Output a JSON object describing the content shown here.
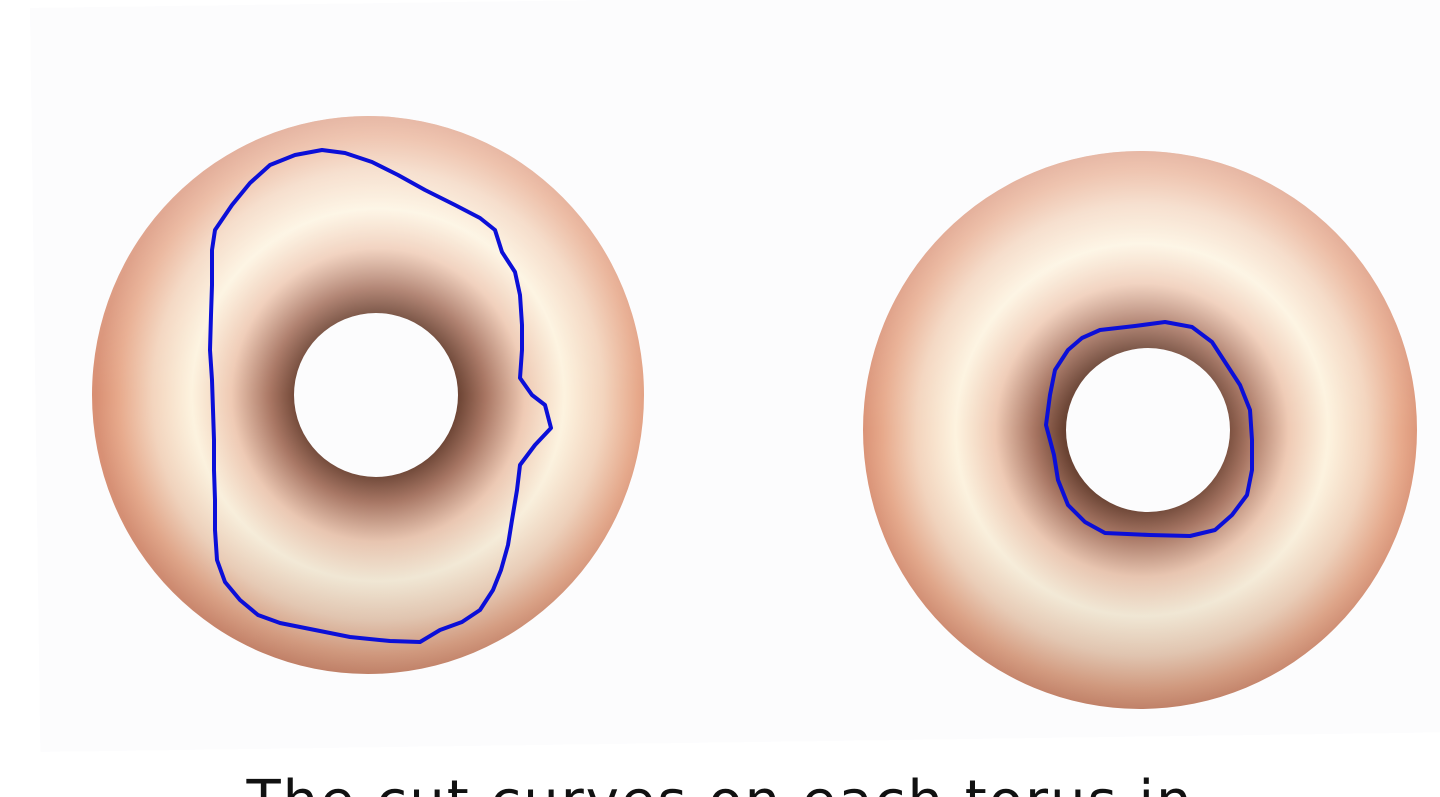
{
  "caption": "The cut curves on each torus in",
  "colors": {
    "torus_light": "#fdf3df",
    "torus_mid": "#f1c8ad",
    "torus_dark": "#6e4636",
    "torus_edge": "#d88f73",
    "curve": "#0b0fd8",
    "background": "#fcfcfd"
  },
  "icons": {
    "left_torus": "torus-shape",
    "right_torus": "torus-shape"
  }
}
